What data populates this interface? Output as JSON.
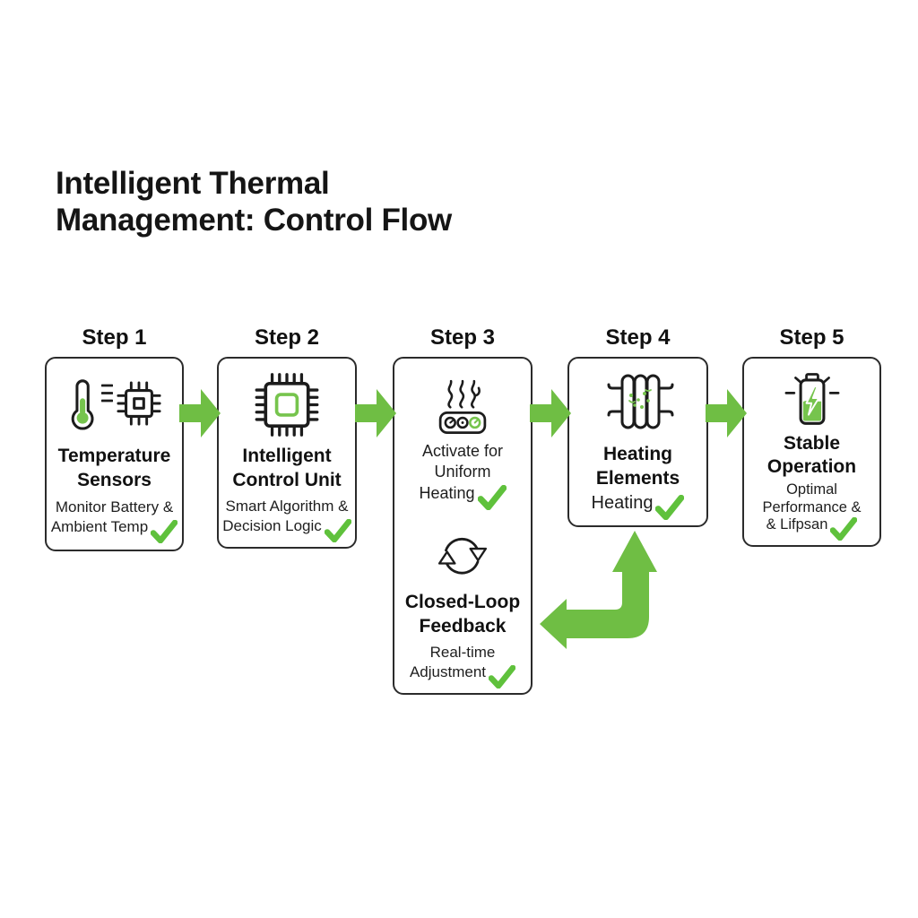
{
  "title": "Intelligent Thermal\nManagement: Control Flow",
  "colors": {
    "arrow_green": "#6FBE44",
    "check_green": "#5FC13C",
    "icon_green": "#76C44D",
    "ink": "#1c1c1c",
    "card_border": "#2b2b2b",
    "background": "#ffffff"
  },
  "icons": {
    "step1": [
      "thermometer-icon",
      "scale-ticks-icon",
      "chip-icon"
    ],
    "step2": [
      "cpu-chip-icon"
    ],
    "step3_top": [
      "heater-steam-icon"
    ],
    "step3_bottom": [
      "closed-loop-cycle-icon"
    ],
    "step4": [
      "radiator-icon"
    ],
    "step5": [
      "battery-charge-icon"
    ],
    "connectors": [
      "flow-arrow-right-icon",
      "feedback-elbow-arrow-icon"
    ],
    "status": "check-icon"
  },
  "steps": [
    {
      "label": "Step 1",
      "title": "Temperature\nSensors",
      "subtitle": "Monitor Battery &\nAmbient Temp",
      "checked": true
    },
    {
      "label": "Step 2",
      "title": "Intelligent\nControl Unit",
      "subtitle": "Smart Algorithm &\nDecision Logic",
      "checked": true
    },
    {
      "label": "Step 3",
      "sections": [
        {
          "subtitle": "Activate for\nUniform\nHeating",
          "checked": true
        },
        {
          "title": "Closed-Loop\nFeedback",
          "subtitle": "Real-time\nAdjustment",
          "checked": true
        }
      ]
    },
    {
      "label": "Step 4",
      "title": "Heating\nElements",
      "subtitle": "Heating",
      "checked": true
    },
    {
      "label": "Step 5",
      "title": "Stable\nOperation",
      "subtitle": "Optimal\nPerformance &\n& Lifpsan",
      "checked": true
    }
  ]
}
